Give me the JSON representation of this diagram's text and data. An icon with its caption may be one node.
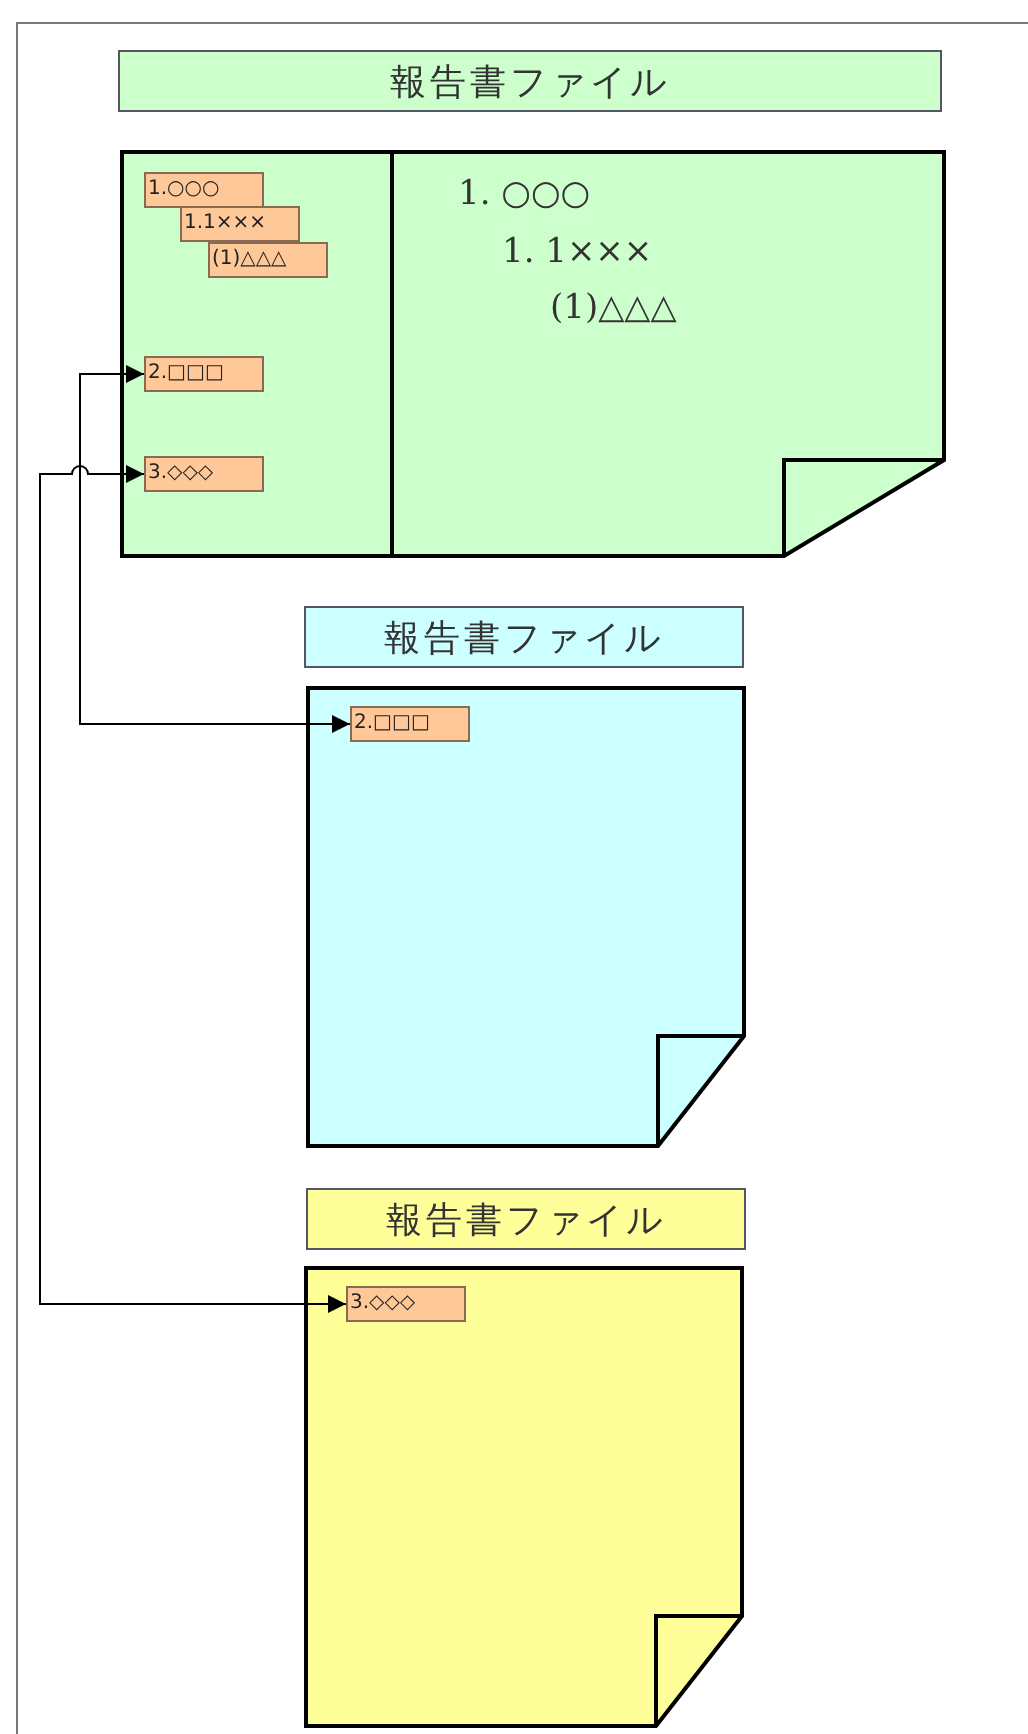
{
  "diagram": {
    "nodes": [
      {
        "text": [
          "報告書ファイル"
        ]
      },
      {
        "text": [
          "1. ○○○",
          "1. 1×××",
          "(1)△△△"
        ]
      },
      {
        "text": [
          "1.○○○"
        ],
        "in": 1
      },
      {
        "text": [
          "1.1×××"
        ],
        "in": 1
      },
      {
        "text": [
          "(1)△△△"
        ],
        "in": 1
      },
      {
        "text": [
          "2.□□□"
        ],
        "in": 1
      },
      {
        "text": [
          "3.◇◇◇"
        ],
        "in": 1
      },
      {
        "text": [
          "報告書ファイル"
        ]
      },
      {
        "text": [],
        "shape": "page"
      },
      {
        "text": [
          "2.□□□"
        ],
        "in": 8
      },
      {
        "text": [
          "報告書ファイル"
        ]
      },
      {
        "text": [],
        "shape": "page"
      },
      {
        "text": [
          "3.◇◇◇"
        ],
        "in": 11
      }
    ],
    "edges": [
      {
        "from": 5,
        "to": 9,
        "arrow": "both"
      },
      {
        "from": 6,
        "to": 12,
        "arrow": "both"
      }
    ]
  }
}
